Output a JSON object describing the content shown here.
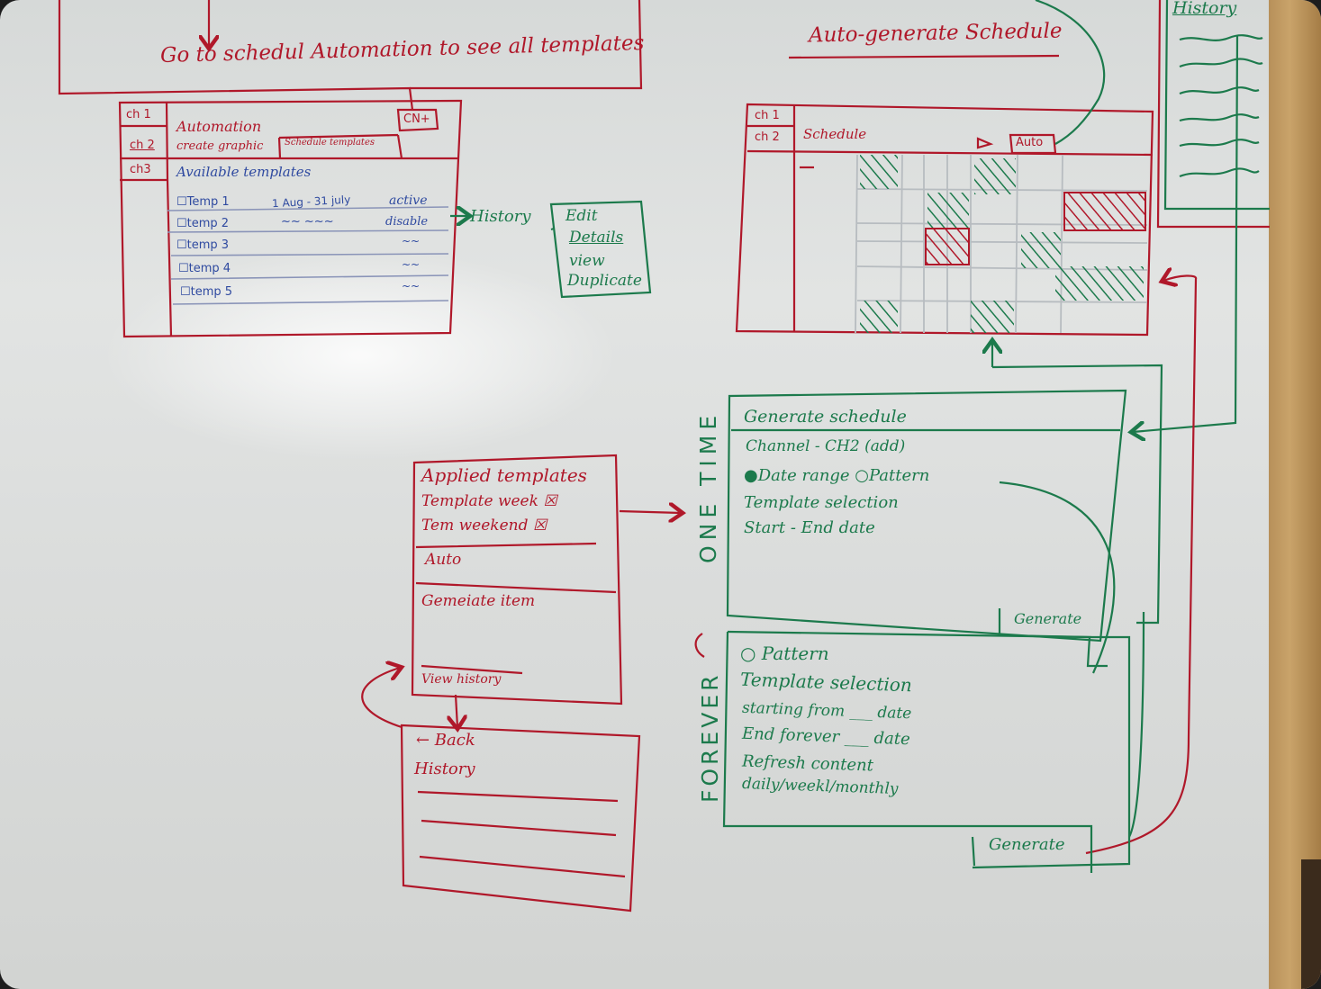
{
  "colors": {
    "red": "#b0182a",
    "green": "#1c7a4c",
    "blue": "#2f4aa0"
  },
  "top_note": "Go to schedul Automation to see all templates",
  "automation_panel": {
    "channels": [
      "ch 1",
      "ch 2",
      "ch3"
    ],
    "title": "Automation",
    "corner_button": "CN+",
    "tabs": [
      "create graphic",
      "Schedule templates"
    ],
    "section": "Available templates",
    "rows": [
      {
        "name": "Temp 1",
        "range": "1 Aug - 31 july",
        "status": "active"
      },
      {
        "name": "temp 2",
        "range": "~~ ~~~",
        "status": "disable"
      },
      {
        "name": "temp 3",
        "range": "",
        "status": "~~"
      },
      {
        "name": "temp 4",
        "range": "",
        "status": "~~"
      },
      {
        "name": "temp 5",
        "range": "",
        "status": "~~"
      }
    ],
    "history_label": "History",
    "menu": [
      "Edit",
      "Details",
      "view",
      "Duplicate"
    ]
  },
  "schedule_panel": {
    "heading": "Auto-generate Schedule",
    "channels": [
      "ch 1",
      "ch 2"
    ],
    "title": "Schedule",
    "auto_button": "Auto"
  },
  "history_panel": {
    "title": "History"
  },
  "applied_panel": {
    "title": "Applied templates",
    "items": [
      "Template week",
      "Tem weekend"
    ],
    "sections": [
      "Auto",
      "Gemeiate item"
    ],
    "footer": "View history"
  },
  "back_panel": {
    "back": "← Back",
    "title": "History"
  },
  "one_time": {
    "side_label": "ONE TIME",
    "title": "Generate schedule",
    "lines": [
      "Channel - CH2 (add)",
      "●Date range  ○Pattern",
      "Template selection",
      "Start - End date"
    ],
    "button": "Generate"
  },
  "forever": {
    "side_label": "FOREVER",
    "lines": [
      "○ Pattern",
      "Template selection",
      "starting from ___ date",
      "End forever ___ date",
      "Refresh content",
      "daily/weekl/monthly"
    ],
    "button": "Generate"
  }
}
